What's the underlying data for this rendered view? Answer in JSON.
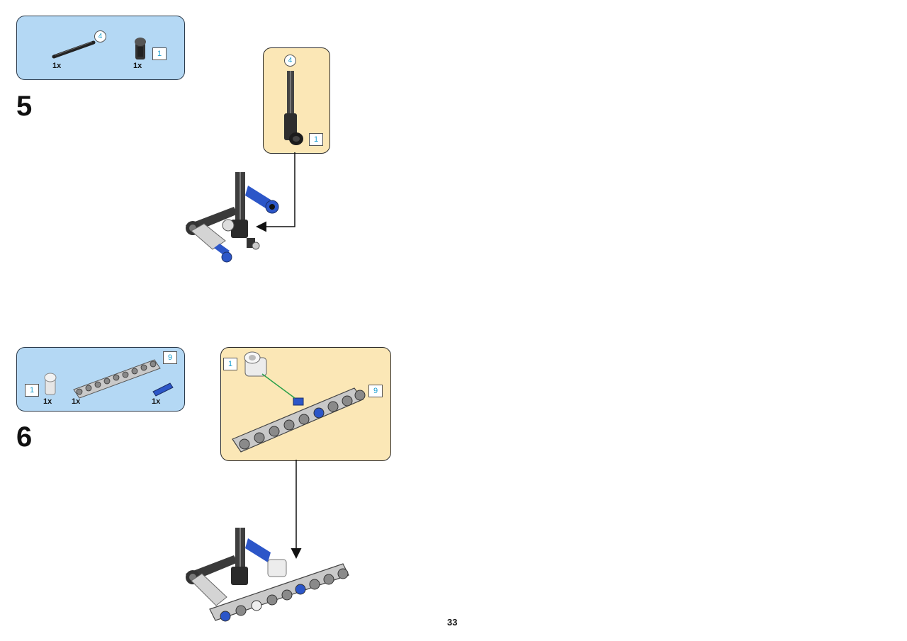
{
  "page": {
    "number": "33"
  },
  "steps": [
    {
      "number": "5",
      "parts": [
        {
          "name": "axle",
          "qty": "1x",
          "length": "4"
        },
        {
          "name": "connector",
          "qty": "1x",
          "count": "1"
        }
      ],
      "subassembly": {
        "axle_length": "4",
        "connector_count": "1"
      }
    },
    {
      "number": "6",
      "parts": [
        {
          "name": "white-connector",
          "qty": "1x",
          "count": "1"
        },
        {
          "name": "beam",
          "qty": "1x",
          "length": "9"
        },
        {
          "name": "blue-pin",
          "qty": "1x"
        }
      ],
      "subassembly": {
        "connector_count": "1",
        "beam_length": "9"
      }
    }
  ],
  "colors": {
    "parts_box": "#b4d8f4",
    "subassembly_box": "#fbe7b6",
    "tag_text": "#1a9fd0",
    "pin_blue": "#2c56c8",
    "arrow_green": "#2aa04a"
  }
}
